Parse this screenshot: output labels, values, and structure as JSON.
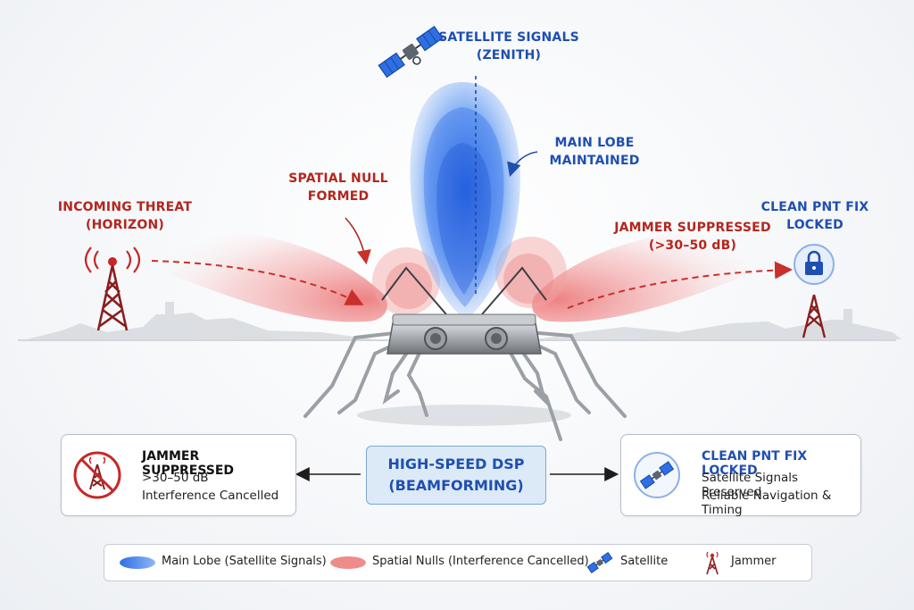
{
  "labels": {
    "satellite_line1": "SATELLITE SIGNALS",
    "satellite_line2": "(ZENITH)",
    "main_lobe_line1": "MAIN LOBE",
    "main_lobe_line2": "MAINTAINED",
    "spatial_null_line1": "SPATIAL NULL",
    "spatial_null_line2": "FORMED",
    "threat_line1": "INCOMING THREAT",
    "threat_line2": "(HORIZON)",
    "suppressed_line1": "JAMMER SUPPRESSED",
    "suppressed_line2": "(>30–50 dB)",
    "clean_line1": "CLEAN PNT FIX",
    "clean_line2": "LOCKED"
  },
  "cards": {
    "left": {
      "title": "JAMMER SUPPRESSED",
      "line1": ">30–50 dB",
      "line2": "Interference Cancelled"
    },
    "center": {
      "line1": "HIGH-SPEED DSP",
      "line2": "(BEAMFORMING)"
    },
    "right": {
      "title": "CLEAN PNT FIX LOCKED",
      "line1": "Satellite Signals Preserved",
      "line2": "Reliable Navigation & Timing"
    }
  },
  "legend": {
    "main_lobe": "Main Lobe (Satellite Signals)",
    "spatial_nulls": "Spatial Nulls (Interference Cancelled)",
    "satellite": "Satellite",
    "jammer": "Jammer"
  },
  "colors": {
    "threat_red": "#b3261e",
    "signal_blue": "#1f4fb0",
    "lobe_blue": "#3d7ff0",
    "null_red": "#f08a8a"
  },
  "icons": {
    "satellite": "satellite-icon",
    "jammer": "radio-tower-icon",
    "lock": "lock-icon",
    "no_jammer": "prohibited-tower-icon"
  }
}
